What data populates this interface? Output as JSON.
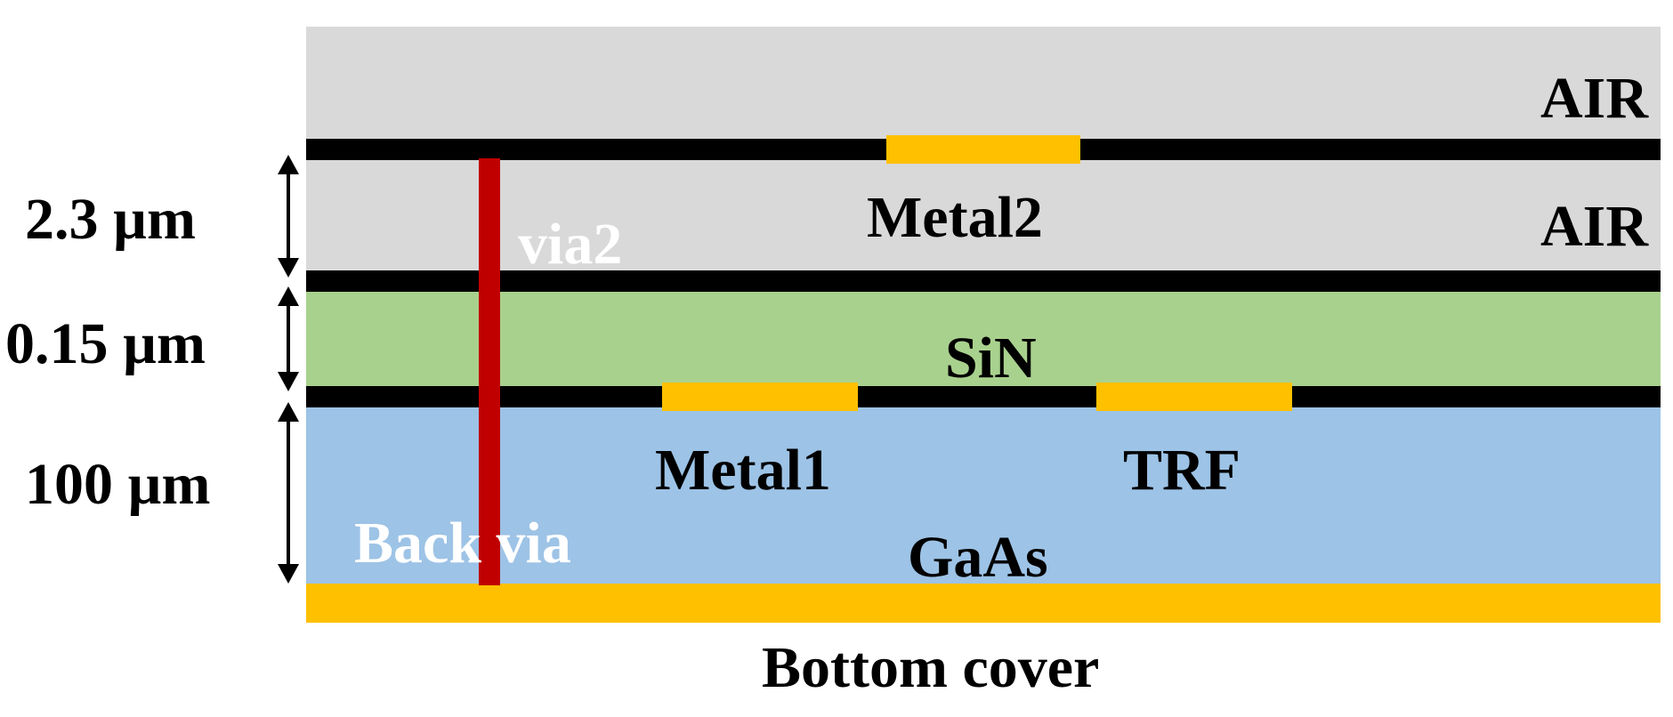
{
  "colors": {
    "air": "#d9d9d9",
    "sin": "#a9d18e",
    "gaas": "#9dc3e6",
    "metal": "#ffc000",
    "boundary": "#000000",
    "via": "#c00000"
  },
  "layers": {
    "air_top": "AIR",
    "air_mid": "AIR",
    "sin": "SiN",
    "gaas": "GaAs",
    "bottom": "Bottom cover"
  },
  "metals": {
    "metal2": "Metal2",
    "metal1": "Metal1",
    "trf": "TRF"
  },
  "vias": {
    "via2": "via2",
    "back_via": "Back via"
  },
  "dimensions": {
    "air_thickness": "2.3 µm",
    "sin_thickness": "0.15 µm",
    "gaas_thickness": "100 µm"
  }
}
